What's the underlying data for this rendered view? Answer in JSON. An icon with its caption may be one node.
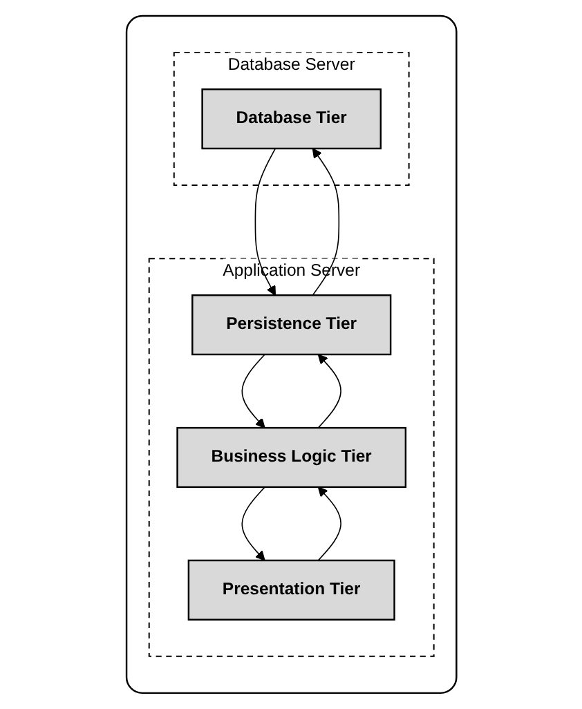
{
  "diagram": {
    "nodes": [
      {
        "text": [],
        "shape": "box"
      },
      {
        "text": [
          "Application Server"
        ],
        "in": 0
      },
      {
        "text": [
          "Presentation Tier"
        ],
        "in": 1
      },
      {
        "text": [
          "Business Logic Tier"
        ],
        "in": 1
      },
      {
        "text": [
          "Persistence Tier"
        ],
        "in": 1
      },
      {
        "text": [
          "Database Server"
        ],
        "in": 0
      },
      {
        "text": [
          "Database Tier"
        ],
        "in": 5
      }
    ],
    "edges": [
      {
        "from": 2,
        "to": 3,
        "arrow": "to"
      },
      {
        "from": 3,
        "to": 2,
        "arrow": "to"
      },
      {
        "from": 3,
        "to": 4,
        "arrow": "to"
      },
      {
        "from": 4,
        "to": 3,
        "arrow": "to"
      },
      {
        "from": 4,
        "to": 6,
        "arrow": "to"
      },
      {
        "from": 6,
        "to": 4,
        "arrow": "to"
      }
    ]
  }
}
